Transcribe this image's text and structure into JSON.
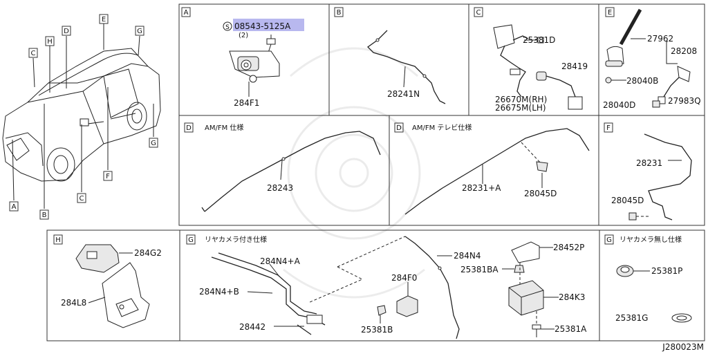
{
  "diagram_code": "J280023M",
  "car_callouts": {
    "A": "A",
    "B": "B",
    "C_top": "C",
    "C_bottom": "C",
    "D": "D",
    "E": "E",
    "F": "F",
    "G_top": "G",
    "G_bottom": "G",
    "H": "H"
  },
  "panels": {
    "A": {
      "letter": "A",
      "screw_symbol": "S",
      "screw_part": "08543-5125A",
      "screw_qty": "(2)",
      "part": "284F1",
      "highlight_color": "#b8b8ef"
    },
    "B": {
      "letter": "B",
      "part": "28241N"
    },
    "C": {
      "letter": "C",
      "part_bolt": "25381D",
      "part_relay": "28419",
      "part_rh": "26670M(RH)",
      "part_lh": "26675M(LH)"
    },
    "E": {
      "letter": "E",
      "part_antenna": "27962",
      "part_assembly": "28208",
      "part_nut": "28040B",
      "part_bolt": "28040D",
      "part_connector": "27983Q"
    },
    "D1": {
      "letter": "D",
      "spec": "AM/FM 仕様",
      "part": "28243"
    },
    "D2": {
      "letter": "D",
      "spec": "AM/FM テレビ仕様",
      "part_cable": "28231+A",
      "part_clip": "28045D"
    },
    "F": {
      "letter": "F",
      "part_cable": "28231",
      "part_clip": "28045D"
    },
    "H": {
      "letter": "H",
      "part_top": "284G2",
      "part_bracket": "284L8"
    },
    "G1": {
      "letter": "G",
      "spec": "リヤカメラ付き仕様",
      "p_284N4A": "284N4+A",
      "p_284N4B": "284N4+B",
      "p_28442": "28442",
      "p_284F0": "284F0",
      "p_25381B": "25381B",
      "p_284N4": "284N4",
      "p_28452P": "28452P",
      "p_25381BA": "25381BA",
      "p_284K3": "284K3",
      "p_25381A": "25381A"
    },
    "G2": {
      "letter": "G",
      "spec": "リヤカメラ無し仕様",
      "p_25381P": "25381P",
      "p_25381G": "25381G"
    }
  }
}
